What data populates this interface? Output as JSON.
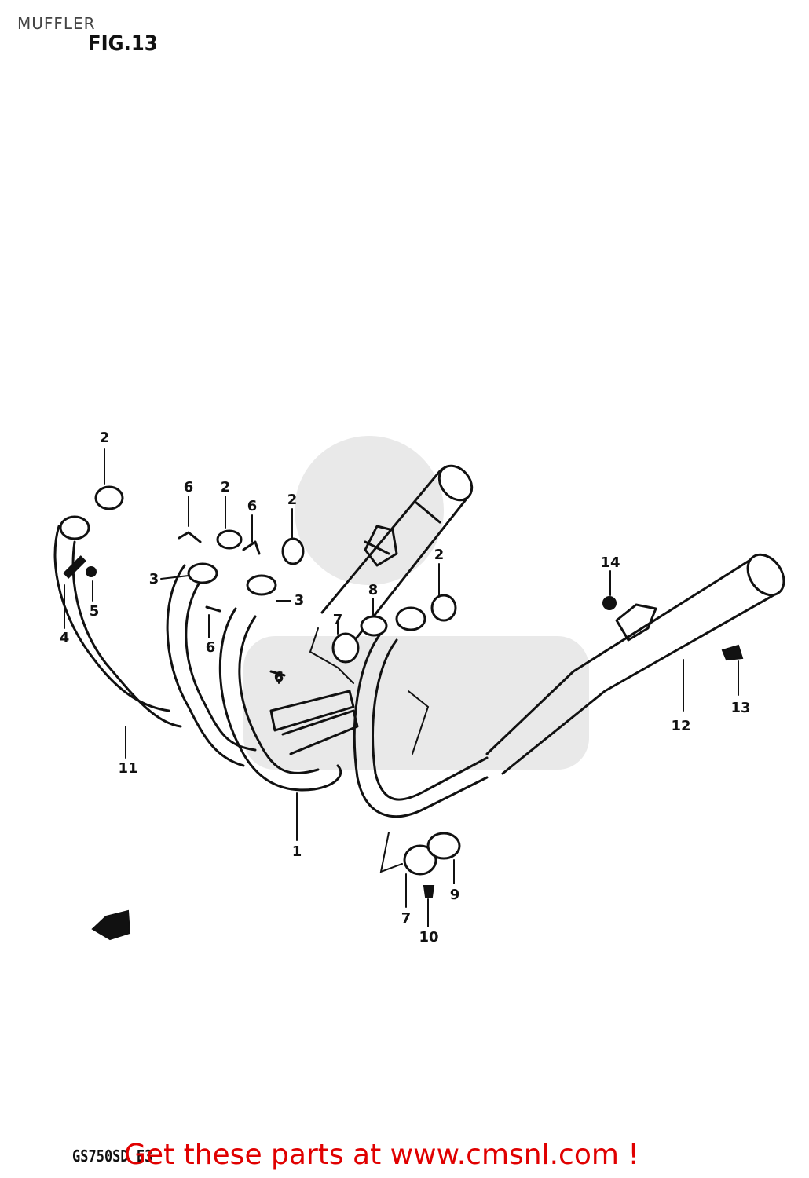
{
  "header": {
    "title": "MUFFLER",
    "figure": "FIG.13"
  },
  "diagram": {
    "callouts": [
      {
        "id": "c2a",
        "label": "2"
      },
      {
        "id": "c6a",
        "label": "6"
      },
      {
        "id": "c2b",
        "label": "2"
      },
      {
        "id": "c6b",
        "label": "6"
      },
      {
        "id": "c2c",
        "label": "2"
      },
      {
        "id": "c3a",
        "label": "3"
      },
      {
        "id": "c5",
        "label": "5"
      },
      {
        "id": "c4",
        "label": "4"
      },
      {
        "id": "c6c",
        "label": "6"
      },
      {
        "id": "c3b",
        "label": "3"
      },
      {
        "id": "c6d",
        "label": "6"
      },
      {
        "id": "c7a",
        "label": "7"
      },
      {
        "id": "c8",
        "label": "8"
      },
      {
        "id": "c2d",
        "label": "2"
      },
      {
        "id": "c14",
        "label": "14"
      },
      {
        "id": "c13",
        "label": "13"
      },
      {
        "id": "c12",
        "label": "12"
      },
      {
        "id": "c11",
        "label": "11"
      },
      {
        "id": "c1",
        "label": "1"
      },
      {
        "id": "c9",
        "label": "9"
      },
      {
        "id": "c7b",
        "label": "7"
      },
      {
        "id": "c10",
        "label": "10"
      }
    ]
  },
  "footer": {
    "model": "GS750SD E3",
    "cta": "Get these parts at www.cmsnl.com !"
  }
}
